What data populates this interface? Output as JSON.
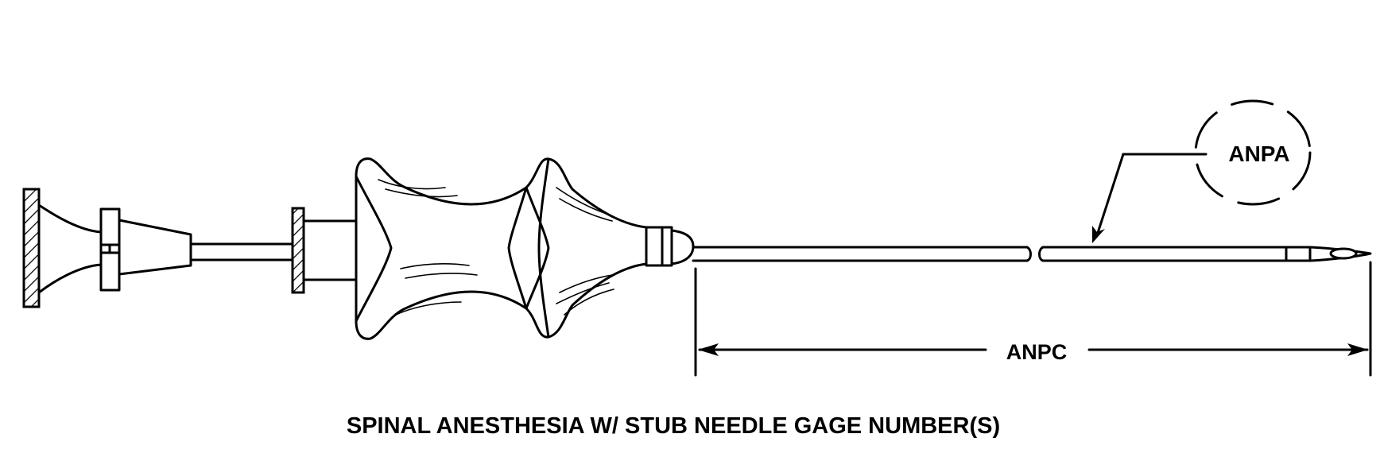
{
  "diagram": {
    "caption": "SPINAL ANESTHESIA W/ STUB NEEDLE GAGE NUMBER(S)",
    "callouts": {
      "gage": "ANPA",
      "length": "ANPC"
    }
  },
  "colors": {
    "line": "#000000",
    "background": "#ffffff"
  }
}
